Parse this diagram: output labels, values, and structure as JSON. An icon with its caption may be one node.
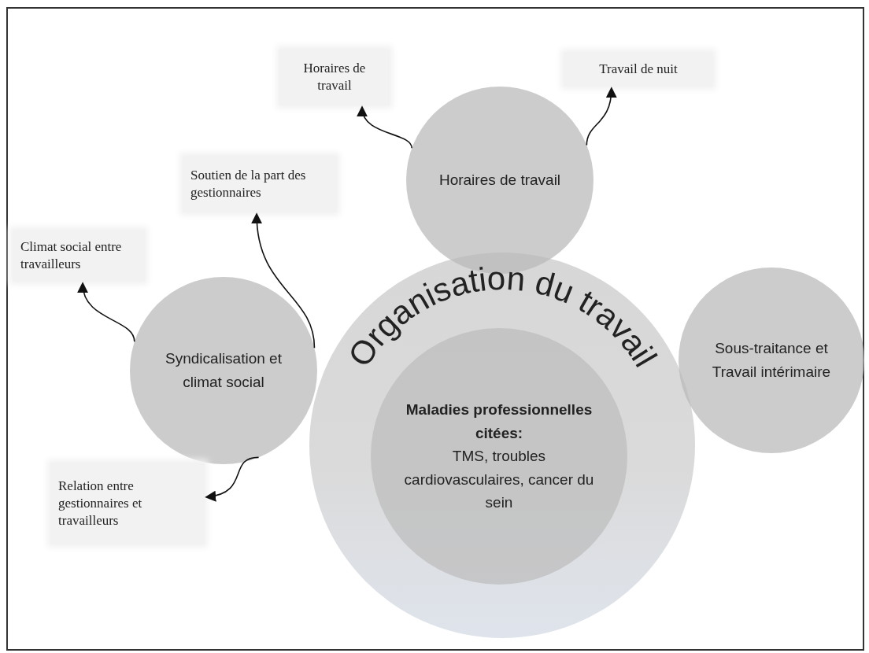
{
  "diagram": {
    "nodes": [
      {
        "text": [
          "Organisation du travail"
        ]
      },
      {
        "text": [
          "Maladies professionnelles citées:",
          "TMS, troubles cardiovasculaires, cancer du sein"
        ],
        "in": 0
      },
      {
        "text": [
          "Horaires de travail"
        ]
      },
      {
        "text": [
          "Syndicalisation et climat social"
        ]
      },
      {
        "text": [
          "Sous-traitance et Travail intérimaire"
        ]
      },
      {
        "text": [
          "Horaires de travail"
        ]
      },
      {
        "text": [
          "Travail de nuit"
        ]
      },
      {
        "text": [
          "Soutien de la part des gestionnaires"
        ]
      },
      {
        "text": [
          "Climat social entre travailleurs"
        ]
      },
      {
        "text": [
          "Relation entre gestionnaires et travailleurs"
        ]
      }
    ],
    "edges": [
      {
        "from": 2,
        "to": 5,
        "arrow": "to"
      },
      {
        "from": 2,
        "to": 6,
        "arrow": "to"
      },
      {
        "from": 3,
        "to": 7,
        "arrow": "to"
      },
      {
        "from": 3,
        "to": 8,
        "arrow": "to"
      },
      {
        "from": 3,
        "to": 9,
        "arrow": "to"
      }
    ]
  }
}
